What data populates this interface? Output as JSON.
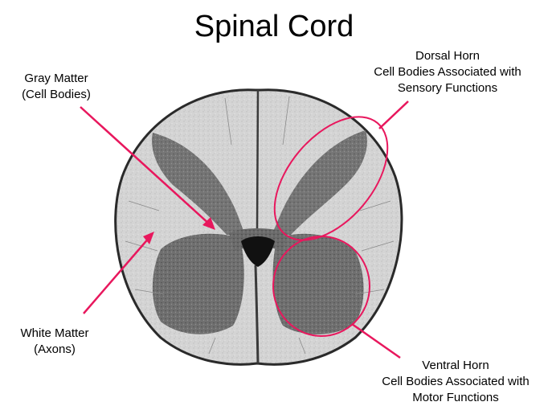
{
  "title": "Spinal Cord",
  "labels": {
    "gray_matter": {
      "line1": "Gray Matter",
      "line2": "(Cell Bodies)"
    },
    "white_matter": {
      "line1": "White Matter",
      "line2": "(Axons)"
    },
    "dorsal_horn": {
      "line1": "Dorsal Horn",
      "line2": "Cell Bodies Associated with",
      "line3": "Sensory Functions"
    },
    "ventral_horn": {
      "line1": "Ventral Horn",
      "line2": "Cell Bodies Associated with",
      "line3": "Motor Functions"
    }
  },
  "colors": {
    "annotation": "#e8175d",
    "white_matter": "#d2d2d2",
    "gray_matter": "#5a5a5a",
    "outline": "#2a2a2a"
  }
}
